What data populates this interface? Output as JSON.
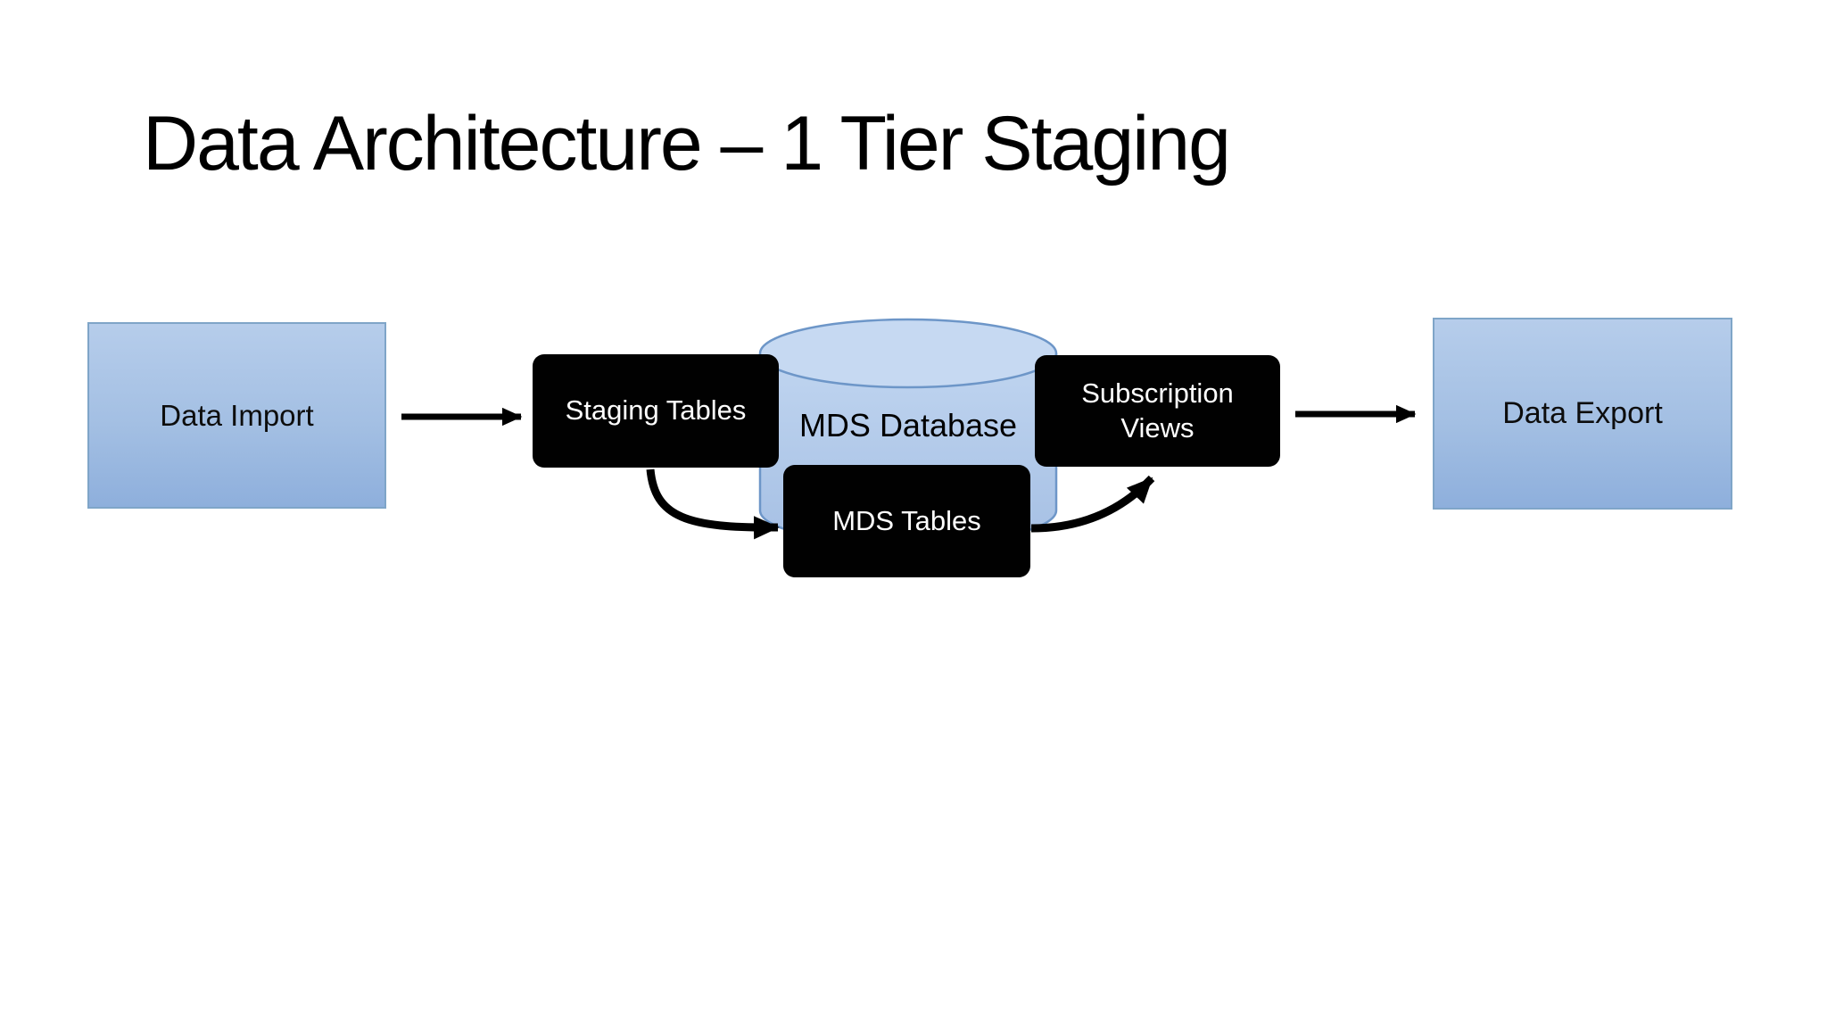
{
  "slide": {
    "title": "Data Architecture – 1 Tier Staging"
  },
  "diagram": {
    "nodes": {
      "data_import": {
        "label": "Data Import",
        "shape": "rectangle",
        "style": "blue"
      },
      "staging_tables": {
        "label": "Staging Tables",
        "shape": "rounded-rectangle",
        "style": "black"
      },
      "mds_database": {
        "label": "MDS Database",
        "shape": "cylinder",
        "style": "blue"
      },
      "mds_tables": {
        "label": "MDS Tables",
        "shape": "rounded-rectangle",
        "style": "black"
      },
      "subscription_views": {
        "label": "Subscription Views",
        "shape": "rounded-rectangle",
        "style": "black"
      },
      "data_export": {
        "label": "Data Export",
        "shape": "rectangle",
        "style": "blue"
      }
    },
    "edges": [
      {
        "from": "data_import",
        "to": "staging_tables",
        "type": "straight-arrow"
      },
      {
        "from": "staging_tables",
        "to": "mds_tables",
        "type": "curved-arrow"
      },
      {
        "from": "mds_tables",
        "to": "subscription_views",
        "type": "curved-arrow"
      },
      {
        "from": "subscription_views",
        "to": "data_export",
        "type": "straight-arrow"
      }
    ],
    "colors": {
      "blue_box_top": "#b6cdeb",
      "blue_box_bottom": "#8eafdc",
      "blue_box_border": "#7fa5c8",
      "cylinder_fill_top": "#c0d5f0",
      "cylinder_fill_bottom": "#a6c0e4",
      "cylinder_stroke": "#6d96c8",
      "black_node": "#010101",
      "arrow": "#000000",
      "title_text": "#000000",
      "light_text": "#ffffff"
    }
  }
}
